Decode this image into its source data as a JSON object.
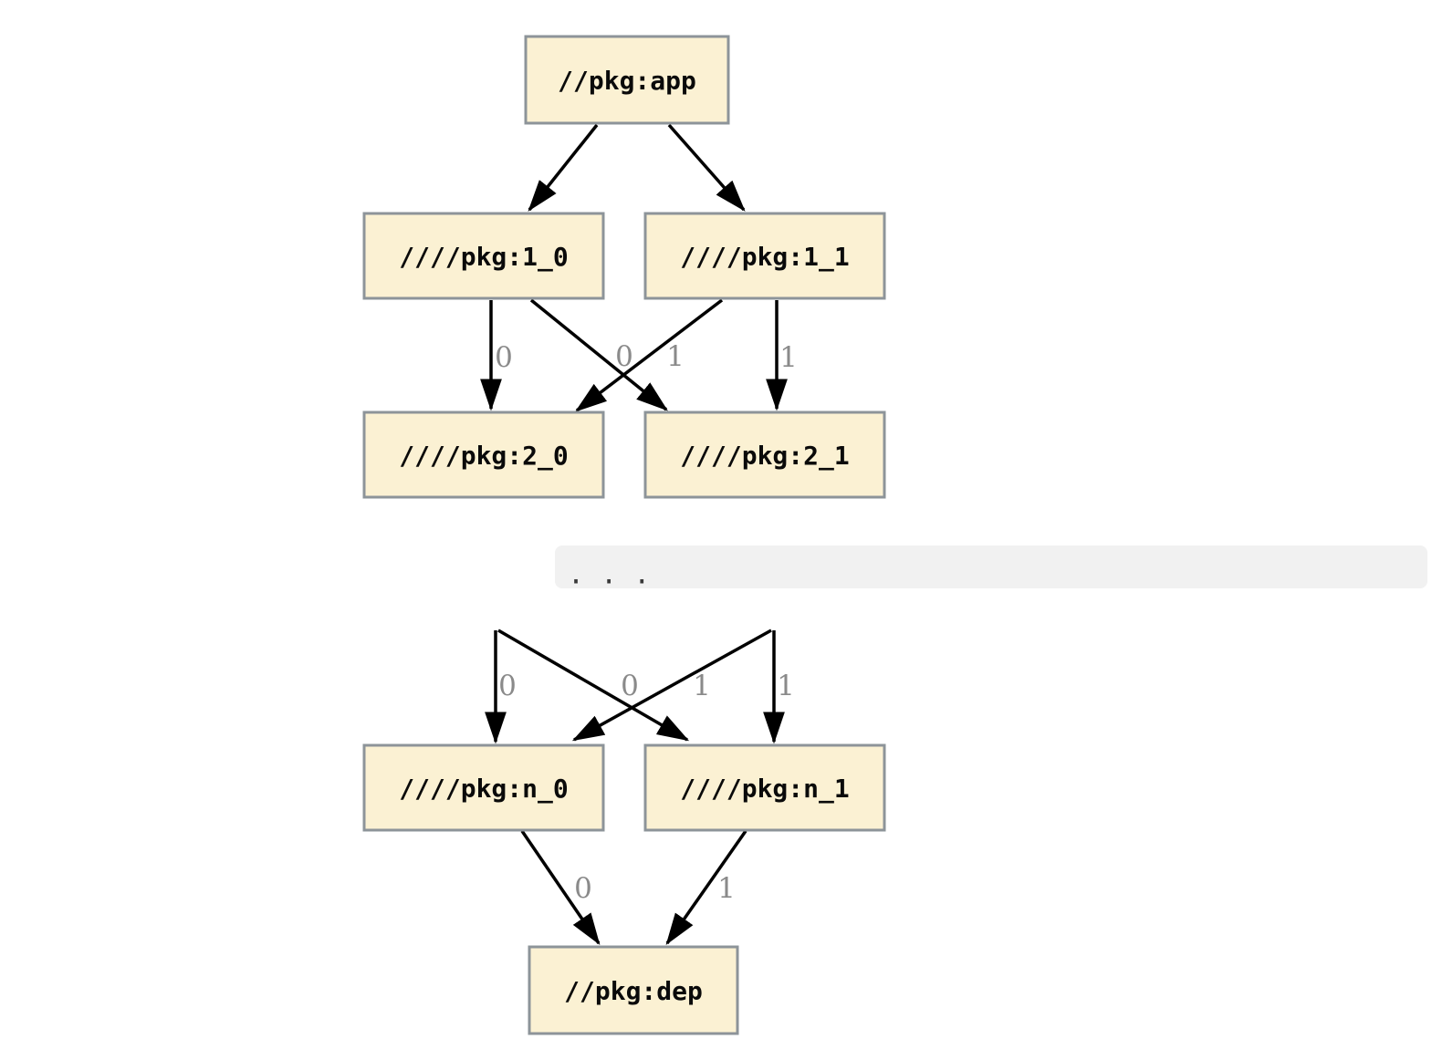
{
  "diagram": {
    "title": "build-graph-diagram",
    "colors": {
      "background": "#ffffff",
      "node_fill": "#FBF1D3",
      "node_border": "#8D9499",
      "node_text": "#0a0a0a",
      "edge_color": "#000000",
      "edge_label_color": "#8A8A8A",
      "ellipsis_bg": "#F1F1F1",
      "ellipsis_text_color": "#3A3A3A"
    },
    "nodes": [
      {
        "id": "app",
        "label": "//pkg:app"
      },
      {
        "id": "l1_0",
        "label": "////pkg:1_0"
      },
      {
        "id": "l1_1",
        "label": "////pkg:1_1"
      },
      {
        "id": "l2_0",
        "label": "////pkg:2_0"
      },
      {
        "id": "l2_1",
        "label": "////pkg:2_1"
      },
      {
        "id": "ln_0",
        "label": "////pkg:n_0"
      },
      {
        "id": "ln_1",
        "label": "////pkg:n_1"
      },
      {
        "id": "dep",
        "label": "//pkg:dep"
      }
    ],
    "ellipsis_text": ".  .  .",
    "edges": [
      {
        "from": "app",
        "to": "l1_0",
        "label": ""
      },
      {
        "from": "app",
        "to": "l1_1",
        "label": ""
      },
      {
        "from": "l1_0",
        "to": "l2_0",
        "label": "0"
      },
      {
        "from": "l1_0",
        "to": "l2_1",
        "label": "1"
      },
      {
        "from": "l1_1",
        "to": "l2_0",
        "label": "0"
      },
      {
        "from": "l1_1",
        "to": "l2_1",
        "label": "1"
      },
      {
        "from": "hidden-left",
        "to": "ln_0",
        "label": "0"
      },
      {
        "from": "hidden-left",
        "to": "ln_1",
        "label": "1"
      },
      {
        "from": "hidden-right",
        "to": "ln_0",
        "label": "0"
      },
      {
        "from": "hidden-right",
        "to": "ln_1",
        "label": "1"
      },
      {
        "from": "ln_0",
        "to": "dep",
        "label": "0"
      },
      {
        "from": "ln_1",
        "to": "dep",
        "label": "1"
      }
    ]
  }
}
